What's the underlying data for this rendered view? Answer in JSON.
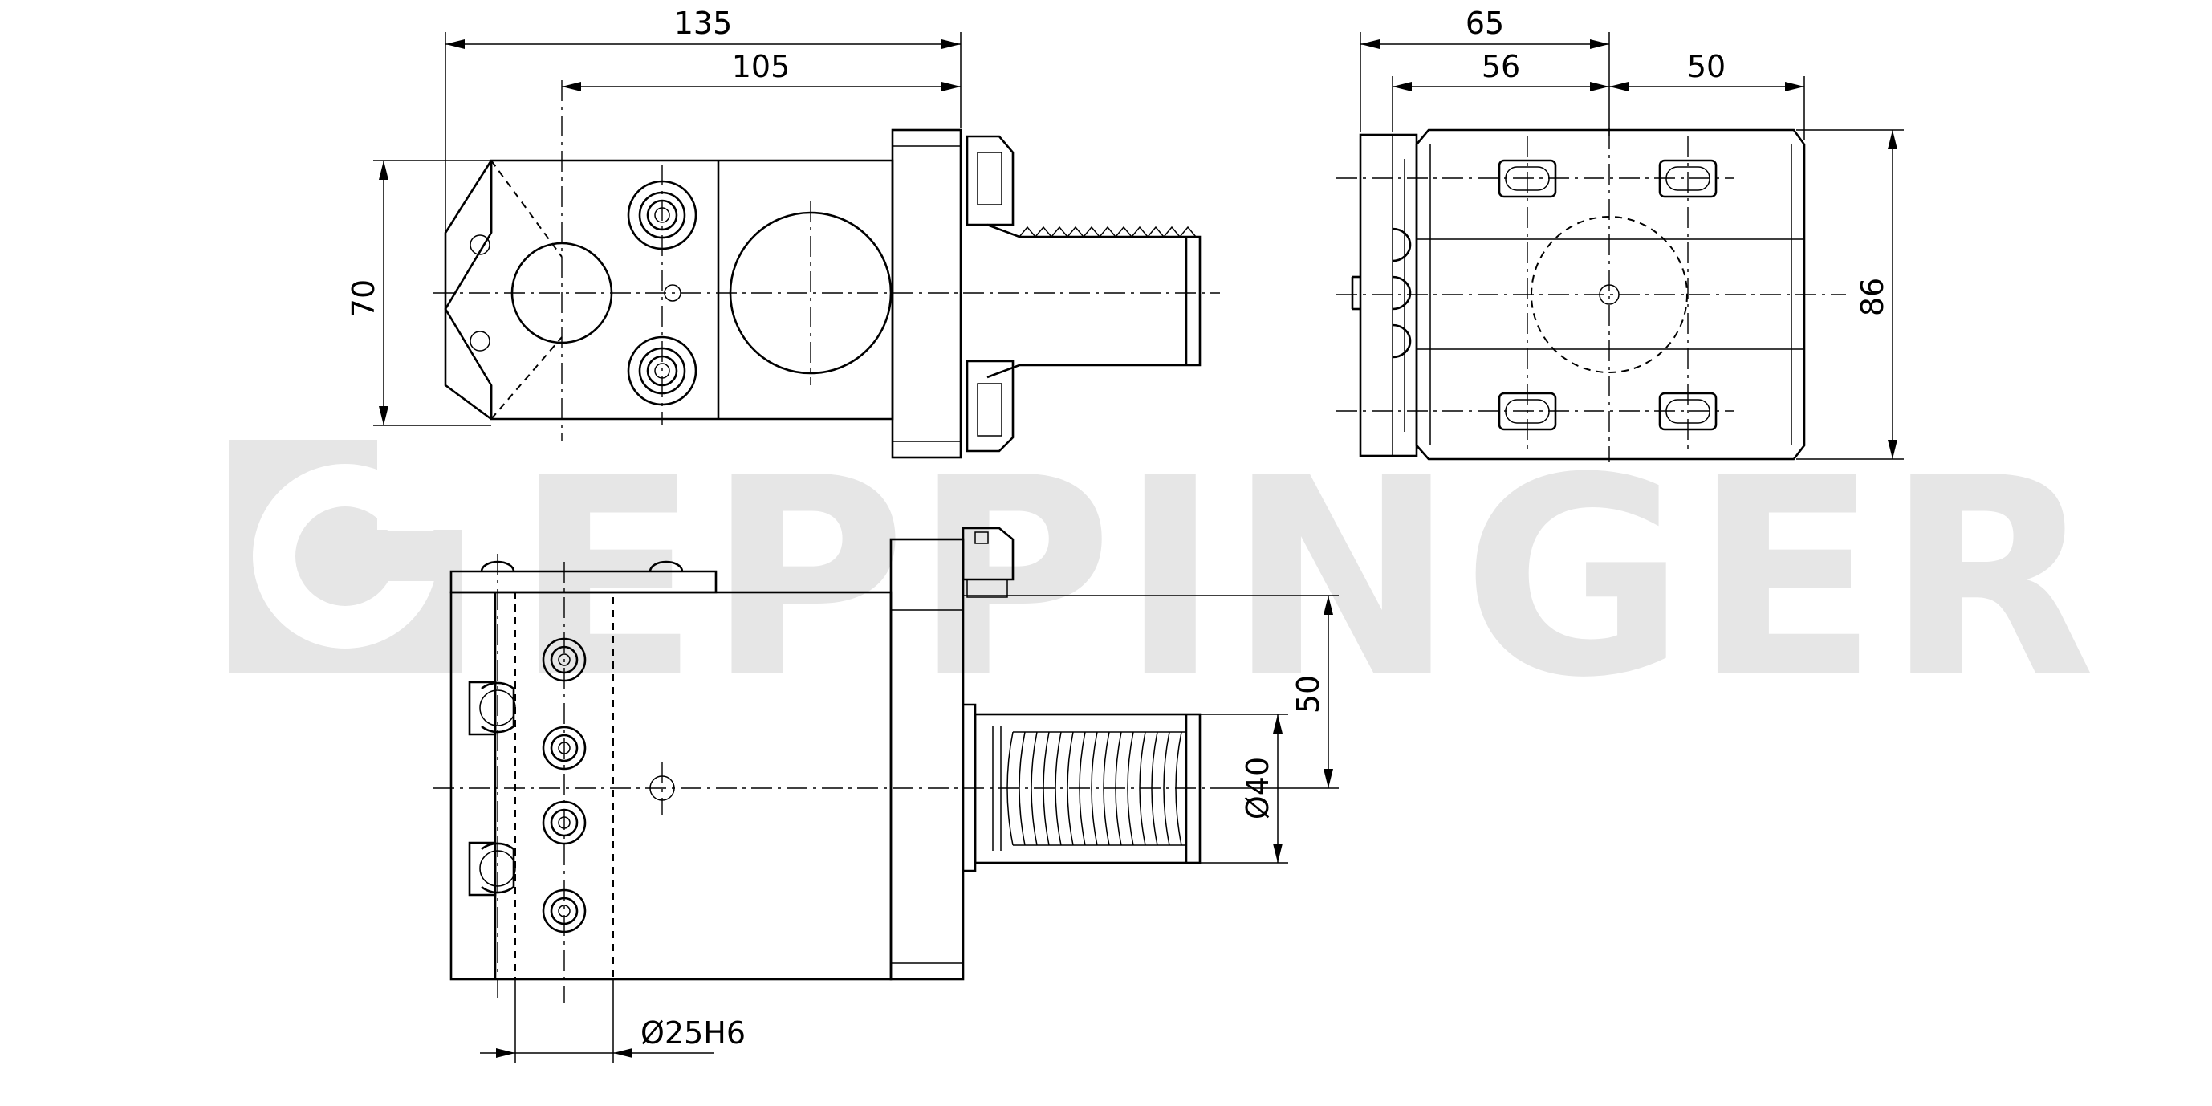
{
  "watermark": {
    "brand": "EPPINGER",
    "color": "#e6e6e6"
  },
  "dimensions": {
    "top_overall_length": "135",
    "top_length_to_axis": "105",
    "top_height": "70",
    "side_width": "65",
    "side_width_left": "56",
    "side_width_right": "50",
    "side_height": "86",
    "front_shaft_offset": "50",
    "front_shaft_diameter": "Ø40",
    "front_bore": "Ø25H6"
  },
  "colors": {
    "line": "#000000",
    "background": "#ffffff"
  }
}
